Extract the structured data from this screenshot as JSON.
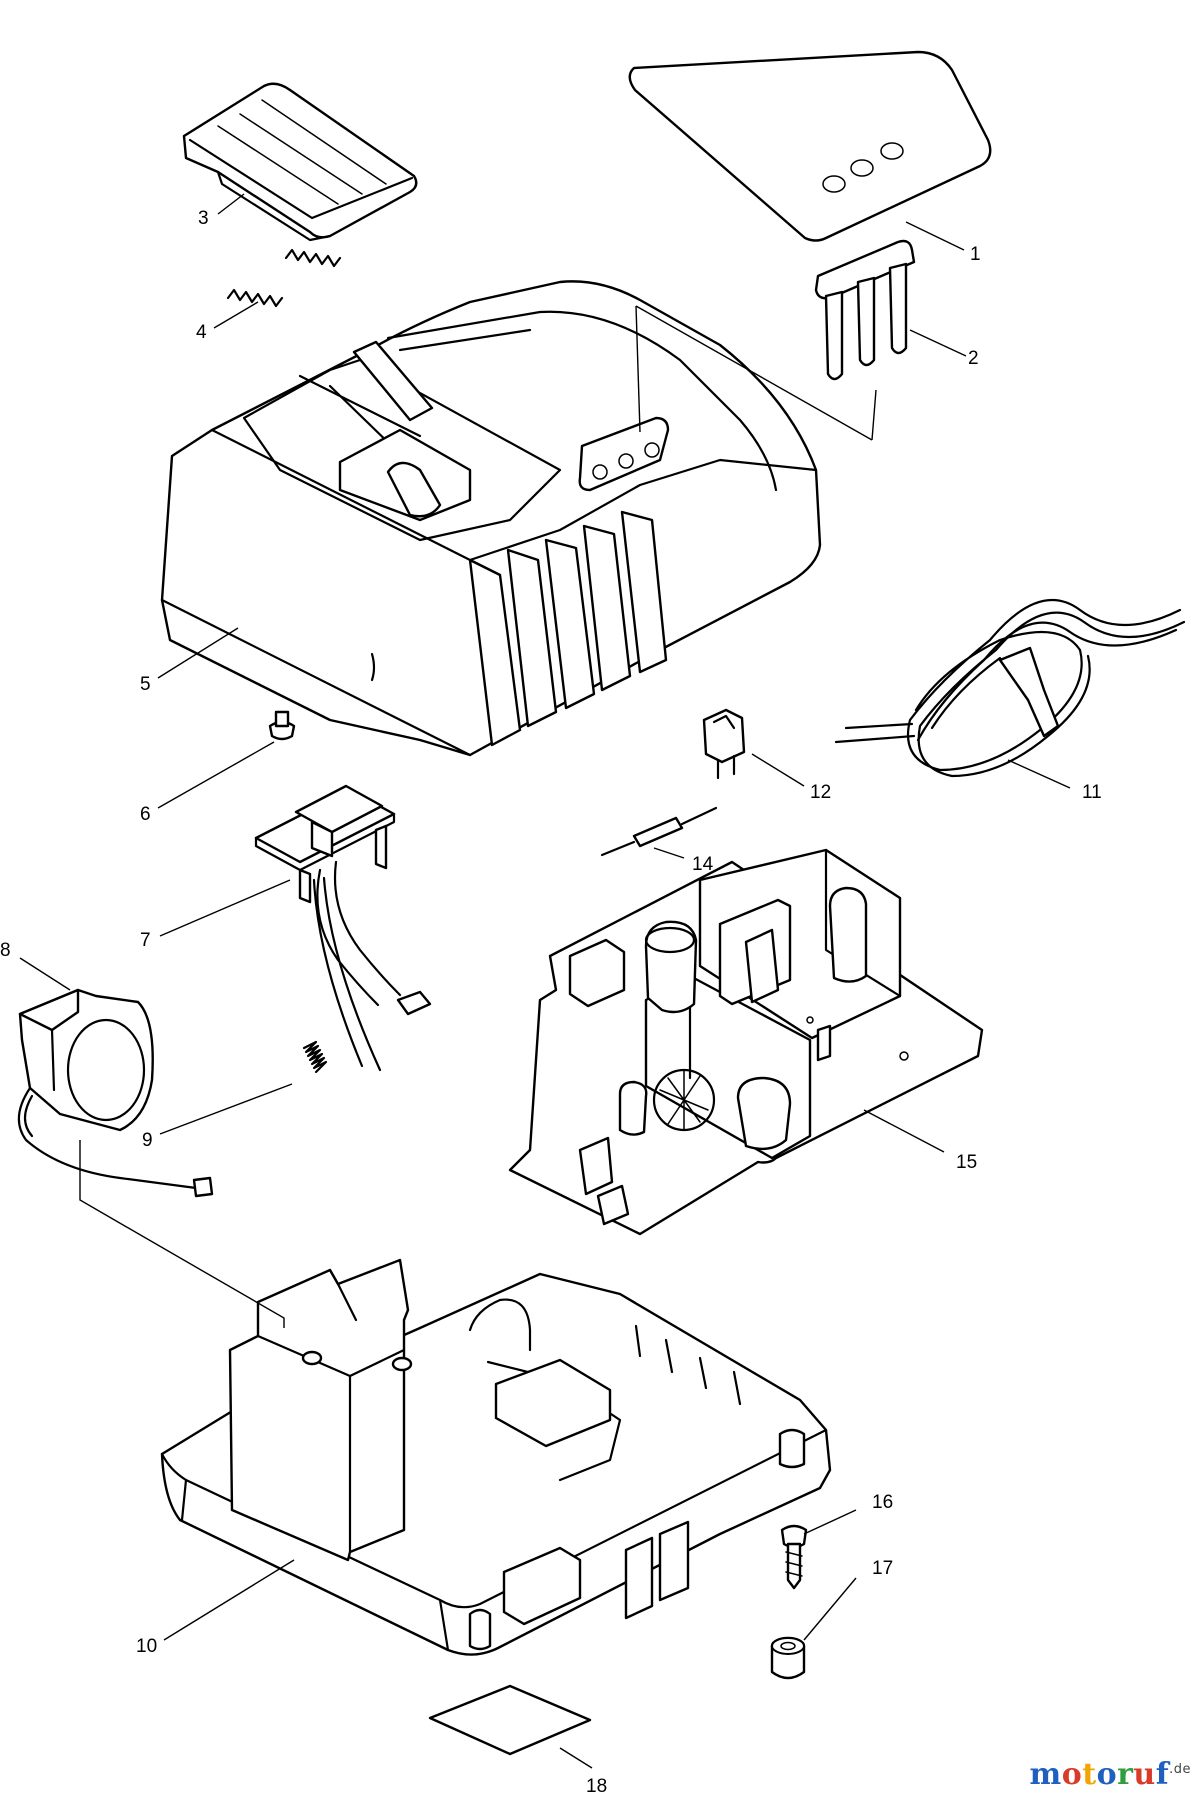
{
  "callouts": [
    "1",
    "2",
    "3",
    "4",
    "5",
    "6",
    "7",
    "8",
    "9",
    "10",
    "11",
    "12",
    "14",
    "15",
    "16",
    "17",
    "18"
  ],
  "watermark": {
    "name": "motoruf",
    "tld": ".de"
  }
}
